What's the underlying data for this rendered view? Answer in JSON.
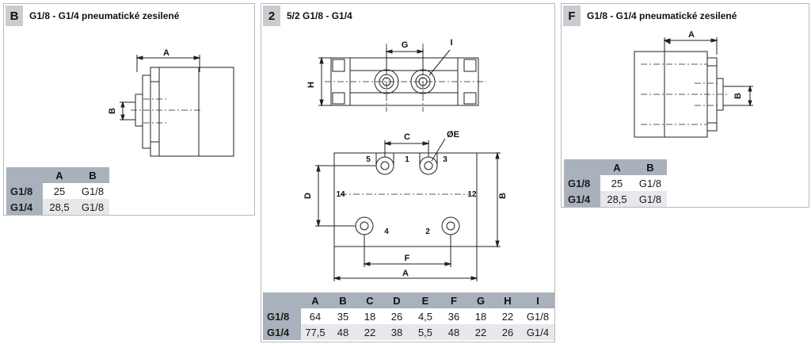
{
  "panel_b": {
    "letter": "B",
    "title": "G1/8 - G1/4 pneumatické zesilené",
    "dims": {
      "a": "A",
      "b": "B"
    },
    "table": {
      "headers": [
        "A",
        "B"
      ],
      "rows": [
        {
          "label": "G1/8",
          "cells": [
            "25",
            "G1/8"
          ]
        },
        {
          "label": "G1/4",
          "cells": [
            "28,5",
            "G1/8"
          ]
        }
      ]
    }
  },
  "panel_2": {
    "letter": "2",
    "title": "5/2 G1/8 - G1/4",
    "dims": {
      "g": "G",
      "i": "I",
      "h": "H",
      "c": "C",
      "e": "ØE",
      "d": "D",
      "b": "B",
      "f": "F",
      "a": "A"
    },
    "ports": {
      "p5": "5",
      "p1": "1",
      "p3": "3",
      "p14": "14",
      "p12": "12",
      "p4": "4",
      "p2": "2"
    },
    "table": {
      "headers": [
        "A",
        "B",
        "C",
        "D",
        "E",
        "F",
        "G",
        "H",
        "I"
      ],
      "rows": [
        {
          "label": "G1/8",
          "cells": [
            "64",
            "35",
            "18",
            "26",
            "4,5",
            "36",
            "18",
            "22",
            "G1/8"
          ]
        },
        {
          "label": "G1/4",
          "cells": [
            "77,5",
            "48",
            "22",
            "38",
            "5,5",
            "48",
            "22",
            "26",
            "G1/4"
          ]
        }
      ]
    }
  },
  "panel_f": {
    "letter": "F",
    "title": "G1/8 - G1/4 pneumatické zesilené",
    "dims": {
      "a": "A",
      "b": "B"
    },
    "table": {
      "headers": [
        "A",
        "B"
      ],
      "rows": [
        {
          "label": "G1/8",
          "cells": [
            "25",
            "G1/8"
          ]
        },
        {
          "label": "G1/4",
          "cells": [
            "28,5",
            "G1/8"
          ]
        }
      ]
    }
  }
}
